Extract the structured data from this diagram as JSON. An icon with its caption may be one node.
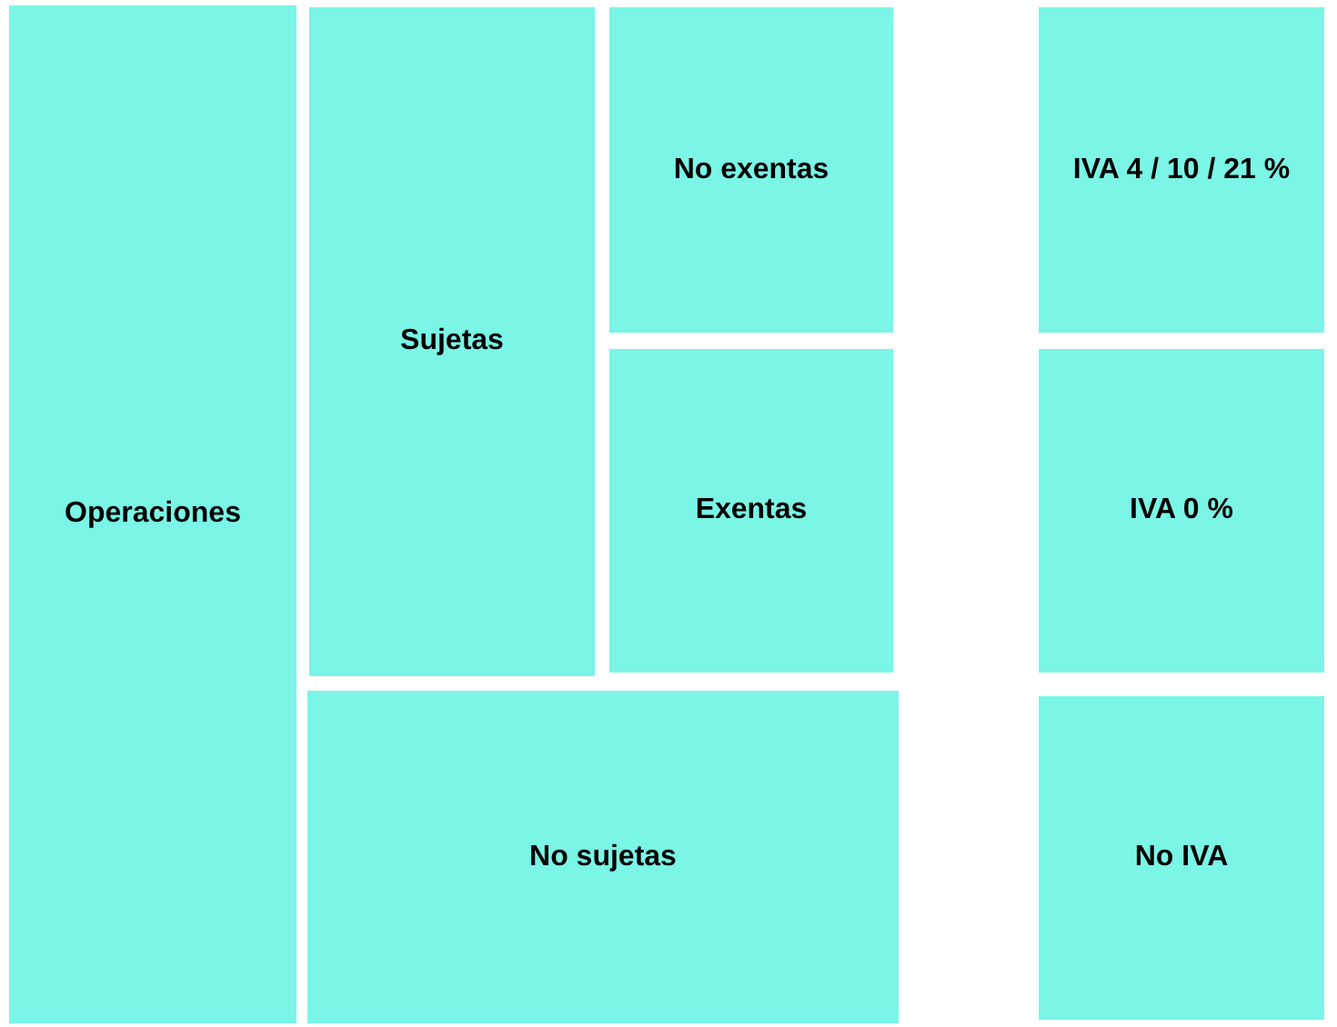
{
  "diagram": {
    "nodes": [
      {
        "text": [
          "Operaciones"
        ]
      },
      {
        "text": [
          "Sujetas"
        ]
      },
      {
        "text": [
          "No exentas"
        ]
      },
      {
        "text": [
          "Exentas"
        ]
      },
      {
        "text": [
          "No sujetas"
        ]
      },
      {
        "text": [
          "IVA 4 / 10 / 21 %"
        ]
      },
      {
        "text": [
          "IVA 0 %"
        ]
      },
      {
        "text": [
          "No IVA"
        ]
      }
    ]
  }
}
